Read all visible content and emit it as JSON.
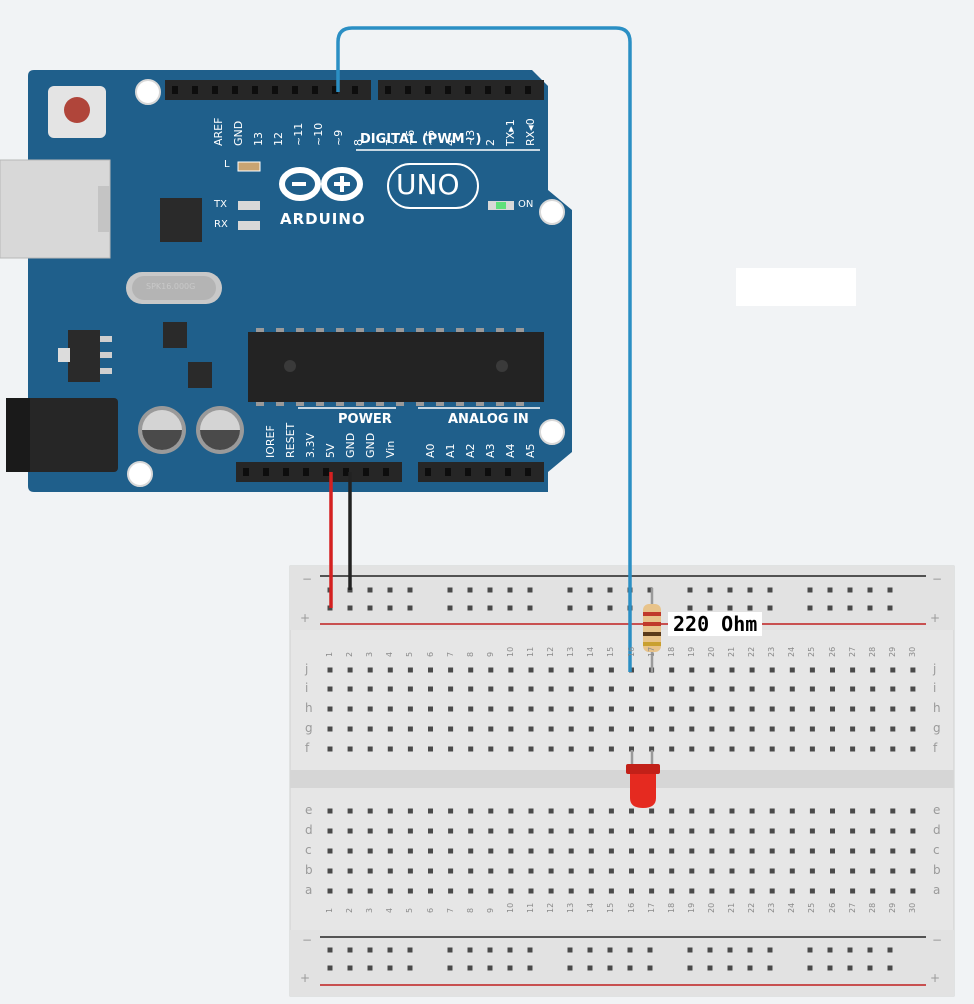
{
  "arduino": {
    "brand": "ARDUINO",
    "model": "UNO",
    "digital_header_label": "DIGITAL (PWM~)",
    "power_header_label": "POWER",
    "analog_header_label": "ANALOG IN",
    "led_l_label": "L",
    "tx_label": "TX",
    "rx_label": "RX",
    "on_label": "ON",
    "crystal_label": "SPK16.000G",
    "digital_pins": [
      "AREF",
      "GND",
      "13",
      "12",
      "~11",
      "~10",
      "~9",
      "8",
      "7",
      "~6",
      "~5",
      "4",
      "~3",
      "2",
      "TX▸1",
      "RX◂0"
    ],
    "power_pins": [
      "IOREF",
      "RESET",
      "3.3V",
      "5V",
      "GND",
      "GND",
      "Vin"
    ],
    "analog_pins": [
      "A0",
      "A1",
      "A2",
      "A3",
      "A4",
      "A5"
    ]
  },
  "breadboard": {
    "rail_minus": "−",
    "rail_plus": "+",
    "top_rows": [
      "j",
      "i",
      "h",
      "g",
      "f"
    ],
    "bottom_rows": [
      "e",
      "d",
      "c",
      "b",
      "a"
    ],
    "columns": [
      "1",
      "2",
      "3",
      "4",
      "5",
      "6",
      "7",
      "8",
      "9",
      "10",
      "11",
      "12",
      "13",
      "14",
      "15",
      "16",
      "17",
      "18",
      "19",
      "20",
      "21",
      "22",
      "23",
      "24",
      "25",
      "26",
      "27",
      "28",
      "29",
      "30"
    ]
  },
  "resistor": {
    "label": "220 Ohm"
  },
  "colors": {
    "board": "#1f5f8b",
    "wire_signal": "#2b8fc4",
    "wire_power": "#d42020",
    "wire_ground": "#222222",
    "led": "#e52a20"
  }
}
